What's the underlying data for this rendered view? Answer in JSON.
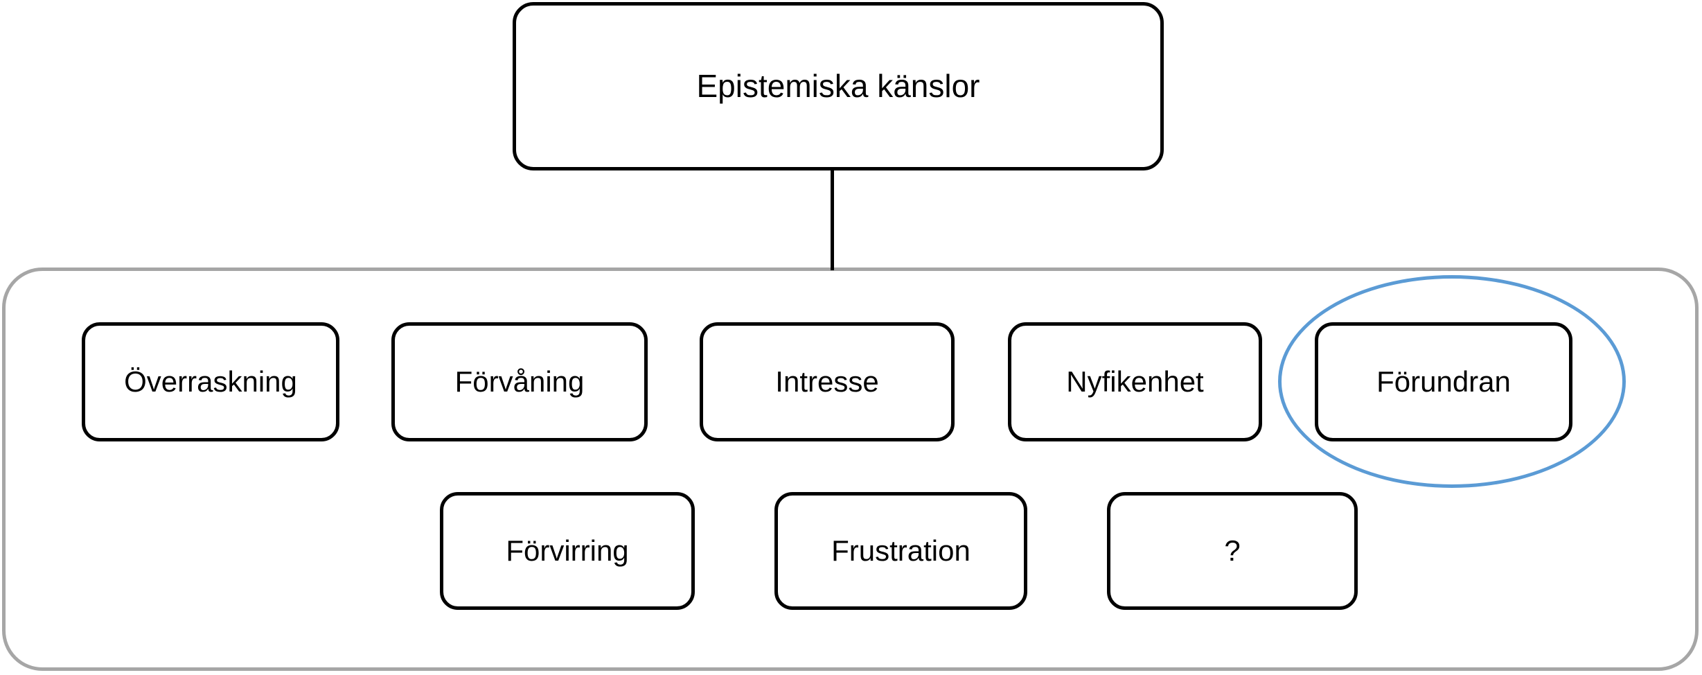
{
  "diagram": {
    "title": "Epistemiska känslor",
    "root": {
      "label": "Epistemiska känslor"
    },
    "group": {
      "border_color": "#A6A6A6"
    },
    "connector": {
      "color": "#000000"
    },
    "highlight": {
      "shape": "ellipse",
      "color": "#5B9BD5",
      "target_label": "Förundran"
    },
    "row1": [
      {
        "label": "Överraskning"
      },
      {
        "label": "Förvåning"
      },
      {
        "label": "Intresse"
      },
      {
        "label": "Nyfikenhet"
      },
      {
        "label": "Förundran"
      }
    ],
    "row2": [
      {
        "label": "Förvirring"
      },
      {
        "label": "Frustration"
      },
      {
        "label": "?"
      }
    ]
  }
}
